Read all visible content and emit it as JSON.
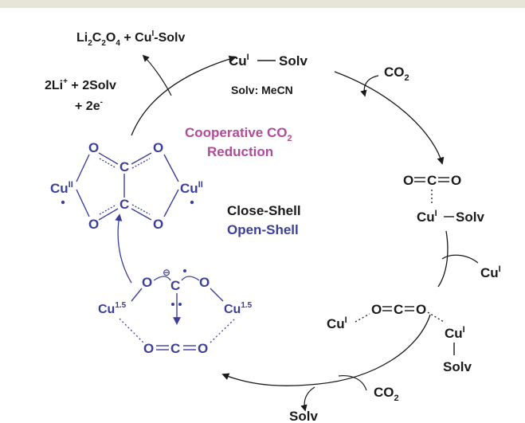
{
  "colors": {
    "black": "#1a1a1a",
    "blue": "#3c3f99",
    "magenta": "#b04a9c",
    "band": "#e7e5d9"
  },
  "center": {
    "title_line1": "Cooperative CO",
    "title_sub": "2",
    "title_line2": "Reduction",
    "legend_close": "Close-Shell",
    "legend_open": "Open-Shell"
  },
  "top_species": {
    "cu": "Cu",
    "cu_ox": "I",
    "bond_solv": "Solv",
    "solvent_note": "Solv: MeCN"
  },
  "product": {
    "li": "Li",
    "li_sub": "2",
    "c": "C",
    "c_sub": "2",
    "o": "O",
    "o_sub": "4",
    "plus_cu": " + Cu",
    "cu_ox": "I",
    "solv": "-Solv"
  },
  "reagents_top": {
    "line1_pre": "2Li",
    "line1_sup": "+",
    "line1_post": " + 2Solv",
    "line2_pre": "+ 2e",
    "line2_sup": "-"
  },
  "co2_in_right": {
    "co": "CO",
    "sub": "2"
  },
  "co2_adduct": {
    "o_left": "O",
    "c": "C",
    "o_right": "O",
    "cu": "Cu",
    "cu_ox": "I",
    "solv": "Solv"
  },
  "cu_in": {
    "cu": "Cu",
    "ox": "I"
  },
  "bridged_dimer": {
    "cu_left": "Cu",
    "cu_left_ox": "I",
    "o1": "O",
    "c": "C",
    "o2": "O",
    "cu_right": "Cu",
    "cu_right_ox": "I",
    "solv": "Solv"
  },
  "co2_in_bottom": {
    "co": "CO",
    "sub": "2"
  },
  "solv_out": "Solv",
  "radical_intermediate": {
    "cu_left": "Cu",
    "cu_left_ox": "1.5",
    "cu_right": "Cu",
    "cu_right_ox": "1.5",
    "o_top_left": "O",
    "c_top": "C",
    "o_top_right": "O",
    "charge": "⊖",
    "o_bot_left": "O",
    "c_bot": "C",
    "o_bot_right": "O"
  },
  "oxalate_complex": {
    "o_tl": "O",
    "o_tr": "O",
    "c_top": "C",
    "c_bot": "C",
    "o_bl": "O",
    "o_br": "O",
    "cu_left": "Cu",
    "cu_left_ox": "II",
    "cu_right": "Cu",
    "cu_right_ox": "II"
  }
}
